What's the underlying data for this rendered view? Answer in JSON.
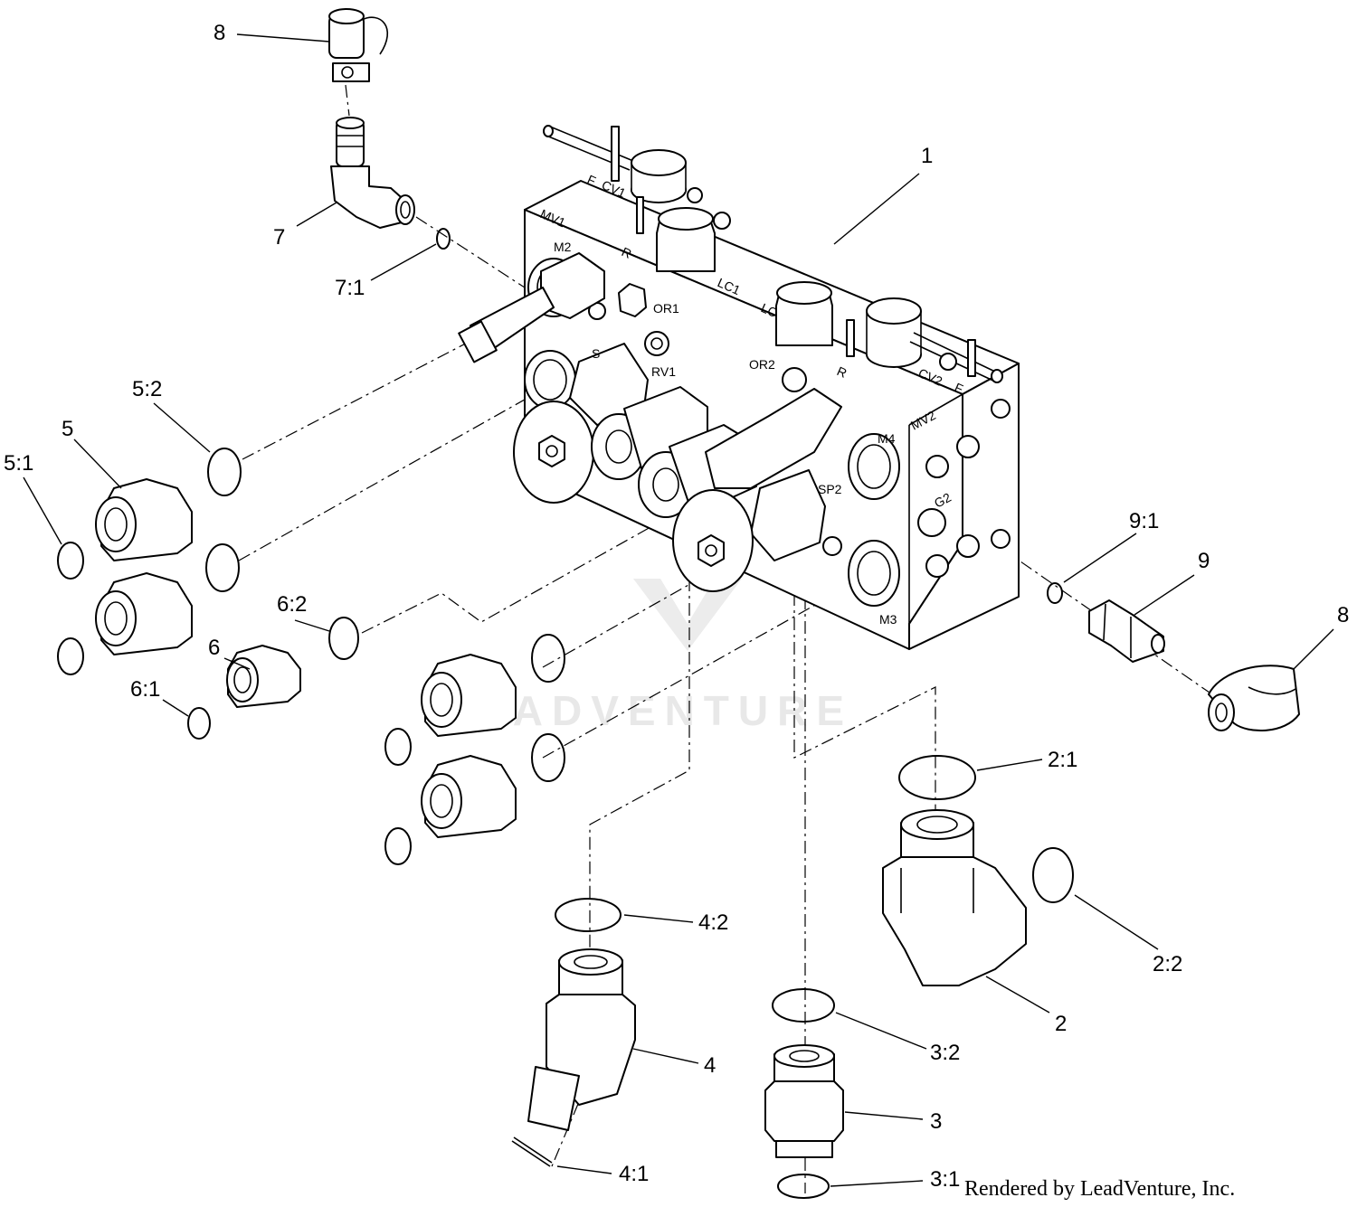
{
  "callouts": {
    "c1": "1",
    "c2": "2",
    "c2_1": "2:1",
    "c2_2": "2:2",
    "c3": "3",
    "c3_1": "3:1",
    "c3_2": "3:2",
    "c4": "4",
    "c4_1": "4:1",
    "c4_2": "4:2",
    "c5": "5",
    "c5_1": "5:1",
    "c5_2": "5:2",
    "c6": "6",
    "c6_1": "6:1",
    "c6_2": "6:2",
    "c7": "7",
    "c7_1": "7:1",
    "c8_top": "8",
    "c8_right": "8",
    "c9": "9",
    "c9_1": "9:1"
  },
  "ports": {
    "mv1": "MV1",
    "m2": "M2",
    "f_left": "F",
    "cv1": "CV1",
    "r_left": "R",
    "lc1": "LC1",
    "lc2": "LC",
    "or1": "OR1",
    "rv1": "RV1",
    "sp1": "S",
    "or2": "OR2",
    "r_right": "R",
    "cv2": "CV2",
    "f_right": "F",
    "mv2": "MV2",
    "m4": "M4",
    "sp2": "SP2",
    "g2": "G2",
    "m3": "M3"
  },
  "watermark": "LEADVENTURE",
  "credit": "Rendered by LeadVenture, Inc."
}
